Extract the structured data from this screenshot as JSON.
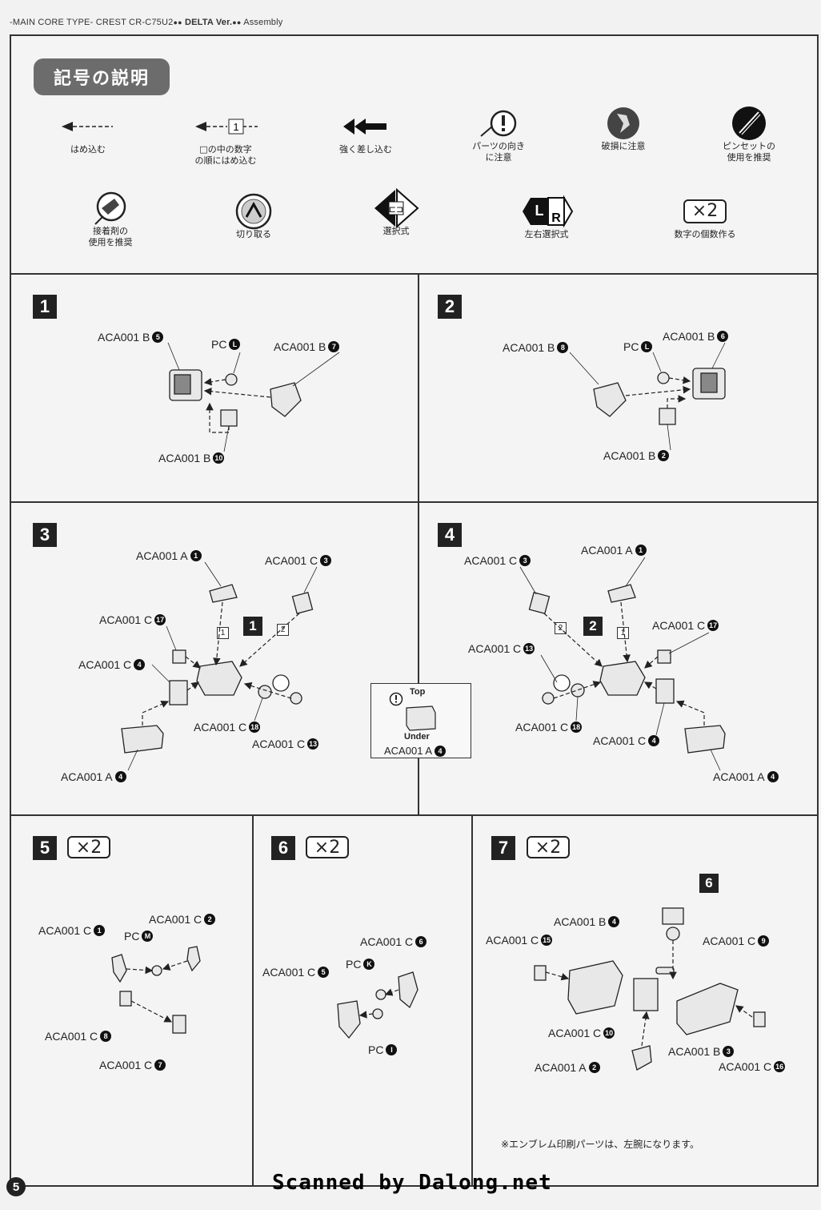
{
  "header": {
    "prefix": "-MAIN CORE TYPE- CREST  CR-C75U2",
    "dots1": "●●",
    "delta": "DELTA Ver.",
    "dots2": "●●",
    "section": "Assembly"
  },
  "legend": {
    "title": "記号の説明",
    "items": [
      {
        "icon": "insert-arrow-icon",
        "label": "はめ込む"
      },
      {
        "icon": "numbered-insert-icon",
        "num": "1",
        "label": "□の中の数字\nの順にはめ込む"
      },
      {
        "icon": "strong-insert-icon",
        "label": "強く差し込む"
      },
      {
        "icon": "caution-orientation-icon",
        "label": "パーツの向き\nに注意"
      },
      {
        "icon": "breakage-caution-icon",
        "label": "破損に注意"
      },
      {
        "icon": "tweezers-icon",
        "label": "ピンセットの\n使用を推奨"
      },
      {
        "icon": "glue-icon",
        "label": "接着剤の\n使用を推奨"
      },
      {
        "icon": "cut-icon",
        "label": "切り取る"
      },
      {
        "icon": "choice-icon",
        "label": "選択式"
      },
      {
        "icon": "left-right-choice-icon",
        "label": "左右選択式"
      },
      {
        "icon": "multiply-icon",
        "mult": "×2",
        "label": "数字の個数作る"
      }
    ]
  },
  "steps": [
    {
      "num": "1",
      "parts": [
        {
          "text": "ACA001 B",
          "id": "5"
        },
        {
          "text": "PC",
          "id": "L"
        },
        {
          "text": "ACA001 B",
          "id": "7"
        },
        {
          "text": "ACA001 B",
          "id": "10"
        }
      ]
    },
    {
      "num": "2",
      "parts": [
        {
          "text": "ACA001 B",
          "id": "8"
        },
        {
          "text": "PC",
          "id": "L"
        },
        {
          "text": "ACA001 B",
          "id": "6"
        },
        {
          "text": "ACA001 B",
          "id": "2"
        }
      ]
    },
    {
      "num": "3",
      "subref": "1",
      "seq": [
        "1",
        "2"
      ],
      "parts": [
        {
          "text": "ACA001 A",
          "id": "1"
        },
        {
          "text": "ACA001 C",
          "id": "3"
        },
        {
          "text": "ACA001 C",
          "id": "17"
        },
        {
          "text": "ACA001 C",
          "id": "4"
        },
        {
          "text": "ACA001 C",
          "id": "18"
        },
        {
          "text": "ACA001 C",
          "id": "13"
        },
        {
          "text": "ACA001 A",
          "id": "4"
        }
      ]
    },
    {
      "num": "4",
      "subref": "2",
      "seq": [
        "2",
        "1"
      ],
      "parts": [
        {
          "text": "ACA001 C",
          "id": "3"
        },
        {
          "text": "ACA001 A",
          "id": "1"
        },
        {
          "text": "ACA001 C",
          "id": "17"
        },
        {
          "text": "ACA001 C",
          "id": "13"
        },
        {
          "text": "ACA001 C",
          "id": "18"
        },
        {
          "text": "ACA001 C",
          "id": "4"
        },
        {
          "text": "ACA001 A",
          "id": "4"
        }
      ]
    },
    {
      "num": "5",
      "mult": "×2",
      "parts": [
        {
          "text": "ACA001 C",
          "id": "1"
        },
        {
          "text": "PC",
          "id": "M"
        },
        {
          "text": "ACA001 C",
          "id": "2"
        },
        {
          "text": "ACA001 C",
          "id": "8"
        },
        {
          "text": "ACA001 C",
          "id": "7"
        }
      ]
    },
    {
      "num": "6",
      "mult": "×2",
      "parts": [
        {
          "text": "ACA001 C",
          "id": "6"
        },
        {
          "text": "PC",
          "id": "K"
        },
        {
          "text": "ACA001 C",
          "id": "5"
        },
        {
          "text": "PC",
          "id": "I"
        }
      ]
    },
    {
      "num": "7",
      "mult": "×2",
      "subref": "6",
      "parts": [
        {
          "text": "ACA001 B",
          "id": "4"
        },
        {
          "text": "ACA001 C",
          "id": "15"
        },
        {
          "text": "ACA001 C",
          "id": "9"
        },
        {
          "text": "ACA001 C",
          "id": "10"
        },
        {
          "text": "ACA001 B",
          "id": "3"
        },
        {
          "text": "ACA001 A",
          "id": "2"
        },
        {
          "text": "ACA001 C",
          "id": "16"
        }
      ]
    }
  ],
  "orientation_note": {
    "top": "Top",
    "under": "Under",
    "part": "ACA001 A",
    "id": "4"
  },
  "footnote": "※エンブレム印刷パーツは、左腕になります。",
  "page_number": "5",
  "scan_credit": "Scanned by Dalong.net"
}
